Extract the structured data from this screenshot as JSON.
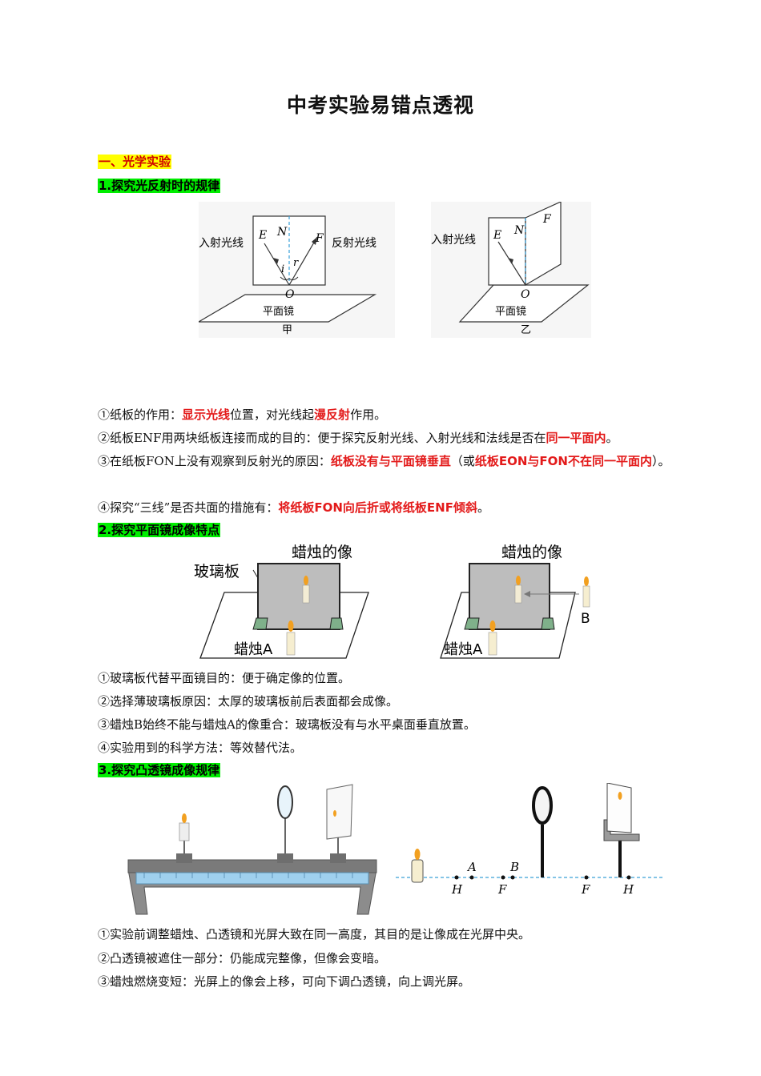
{
  "title": "中考实验易错点透视",
  "section1": "一、光学实验",
  "exp1": {
    "heading": "1.探究光反射时的规律",
    "fig_jia": {
      "incident": "入射光线",
      "reflected": "反射光线",
      "E": "E",
      "N": "N",
      "F": "F",
      "i": "i",
      "r": "r",
      "O": "O",
      "mirror": "平面镜",
      "caption": "甲"
    },
    "fig_yi": {
      "incident": "入射光线",
      "E": "E",
      "N": "N",
      "F": "F",
      "O": "O",
      "mirror": "平面镜",
      "caption": "乙"
    },
    "p1": {
      "a": "①纸板的作用：",
      "b": "显示光线",
      "c": "位置，对光线起",
      "d": "漫反射",
      "e": "作用。"
    },
    "p2": {
      "a": "②纸板ENF用两块纸板连接而成的目的：便于探究反射光线、入射光线和法线是否在",
      "b": "同一平面内",
      "c": "。"
    },
    "p3": {
      "a": "③在纸板FON上没有观察到反射光的原因：",
      "b": "纸板没有与平面镜垂直",
      "c": "（或",
      "d": "纸板EON与FON不在同一平面内",
      "e": "）。"
    },
    "p4": {
      "a": "④探究“三线”是否共面的措施有：",
      "b": "将纸板FON向后折或将纸板ENF倾斜",
      "c": "。"
    }
  },
  "exp2": {
    "heading": "2.探究平面镜成像特点",
    "fig": {
      "glass": "玻璃板",
      "image": "蜡烛的像",
      "candleA": "蜡烛A",
      "image2": "蜡烛的像",
      "candleA2": "蜡烛A",
      "B": "B"
    },
    "lines": [
      "①玻璃板代替平面镜目的：便于确定像的位置。",
      "②选择薄玻璃板原因：太厚的玻璃板前后表面都会成像。",
      "③蜡烛B始终不能与蜡烛A的像重合：玻璃板没有与水平桌面垂直放置。",
      "④实验用到的科学方法：等效替代法。"
    ]
  },
  "exp3": {
    "heading": "3.探究凸透镜成像规律",
    "fig": {
      "H1": "H",
      "A": "A",
      "F1": "F",
      "B": "B",
      "F2": "F",
      "H2": "H"
    },
    "lines": [
      "①实验前调整蜡烛、凸透镜和光屏大致在同一高度，其目的是让像成在光屏中央。",
      "②凸透镜被遮住一部分：仍能成完整像，但像会变暗。",
      "③蜡烛燃烧变短：光屏上的像会上移，可向下调凸透镜，向上调光屏。"
    ]
  },
  "colors": {
    "highlight_red": "#e31a1a",
    "section_bg": "#ffff00",
    "sub_bg": "#00ee00",
    "dash_blue": "#3aa0d8"
  }
}
